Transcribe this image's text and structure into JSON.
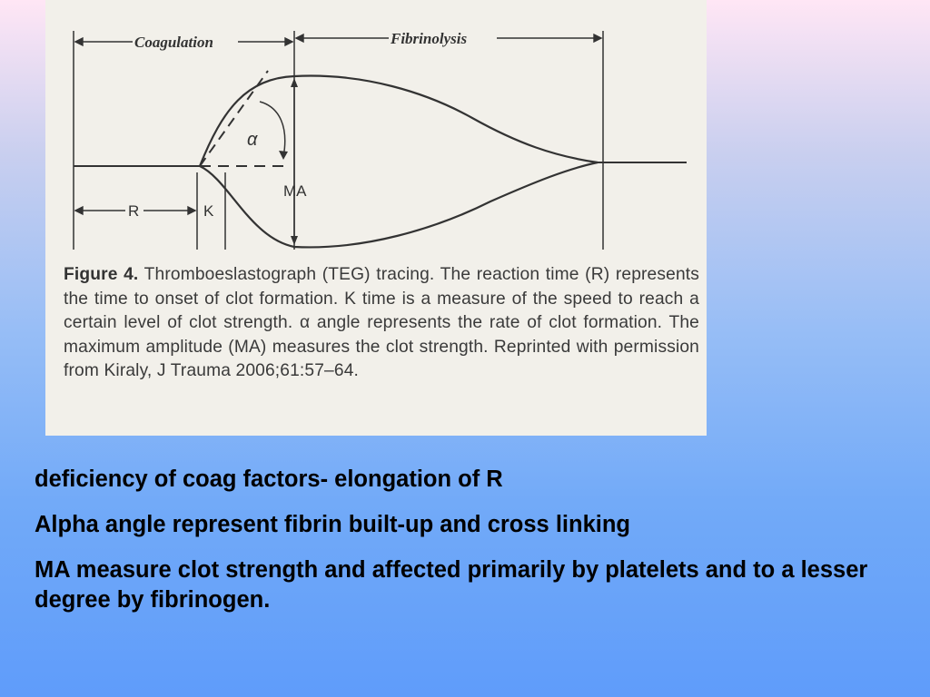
{
  "figure": {
    "labels": {
      "coagulation": "Coagulation",
      "fibrinolysis": "Fibrinolysis",
      "alpha": "α",
      "ma": "MA",
      "r": "R",
      "k": "K"
    },
    "caption": {
      "label": "Figure 4.",
      "text": "Thromboeslastograph (TEG) tracing. The reaction time (R) represents the time to onset of clot formation. K time is a measure of the speed to reach a certain level of clot strength. α angle represents the rate of clot formation. The maximum amplitude (MA) measures the clot strength. Reprinted with permission from Kiraly, J Trauma 2006;61:57–64."
    }
  },
  "bullets": [
    "deficiency of coag factors- elongation of R",
    "Alpha angle represent fibrin built-up and cross linking",
    "MA measure clot strength and affected primarily by platelets and to a lesser degree by fibrinogen."
  ]
}
